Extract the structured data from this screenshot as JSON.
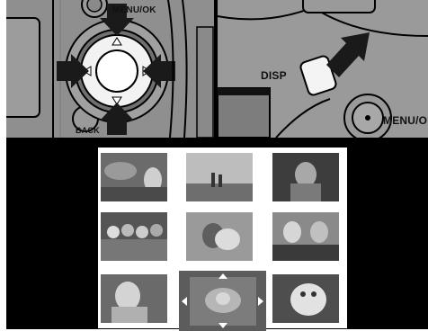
{
  "camera": {
    "menu_ok_top": "MENU/OK",
    "back": "BACK",
    "disp": "DISP",
    "menu_ok_right": "MENU/O"
  },
  "thumbnails": [
    {
      "name": "thumb-1"
    },
    {
      "name": "thumb-2"
    },
    {
      "name": "thumb-3"
    },
    {
      "name": "thumb-4"
    },
    {
      "name": "thumb-5"
    },
    {
      "name": "thumb-6"
    },
    {
      "name": "thumb-7"
    },
    {
      "name": "thumb-8-selected"
    },
    {
      "name": "thumb-9"
    }
  ],
  "colors": {
    "camera_body": "#8f8f8f",
    "arrow_fill": "#1a1a1a",
    "screen_bg": "#000000",
    "selection": "#5c5c5c"
  }
}
